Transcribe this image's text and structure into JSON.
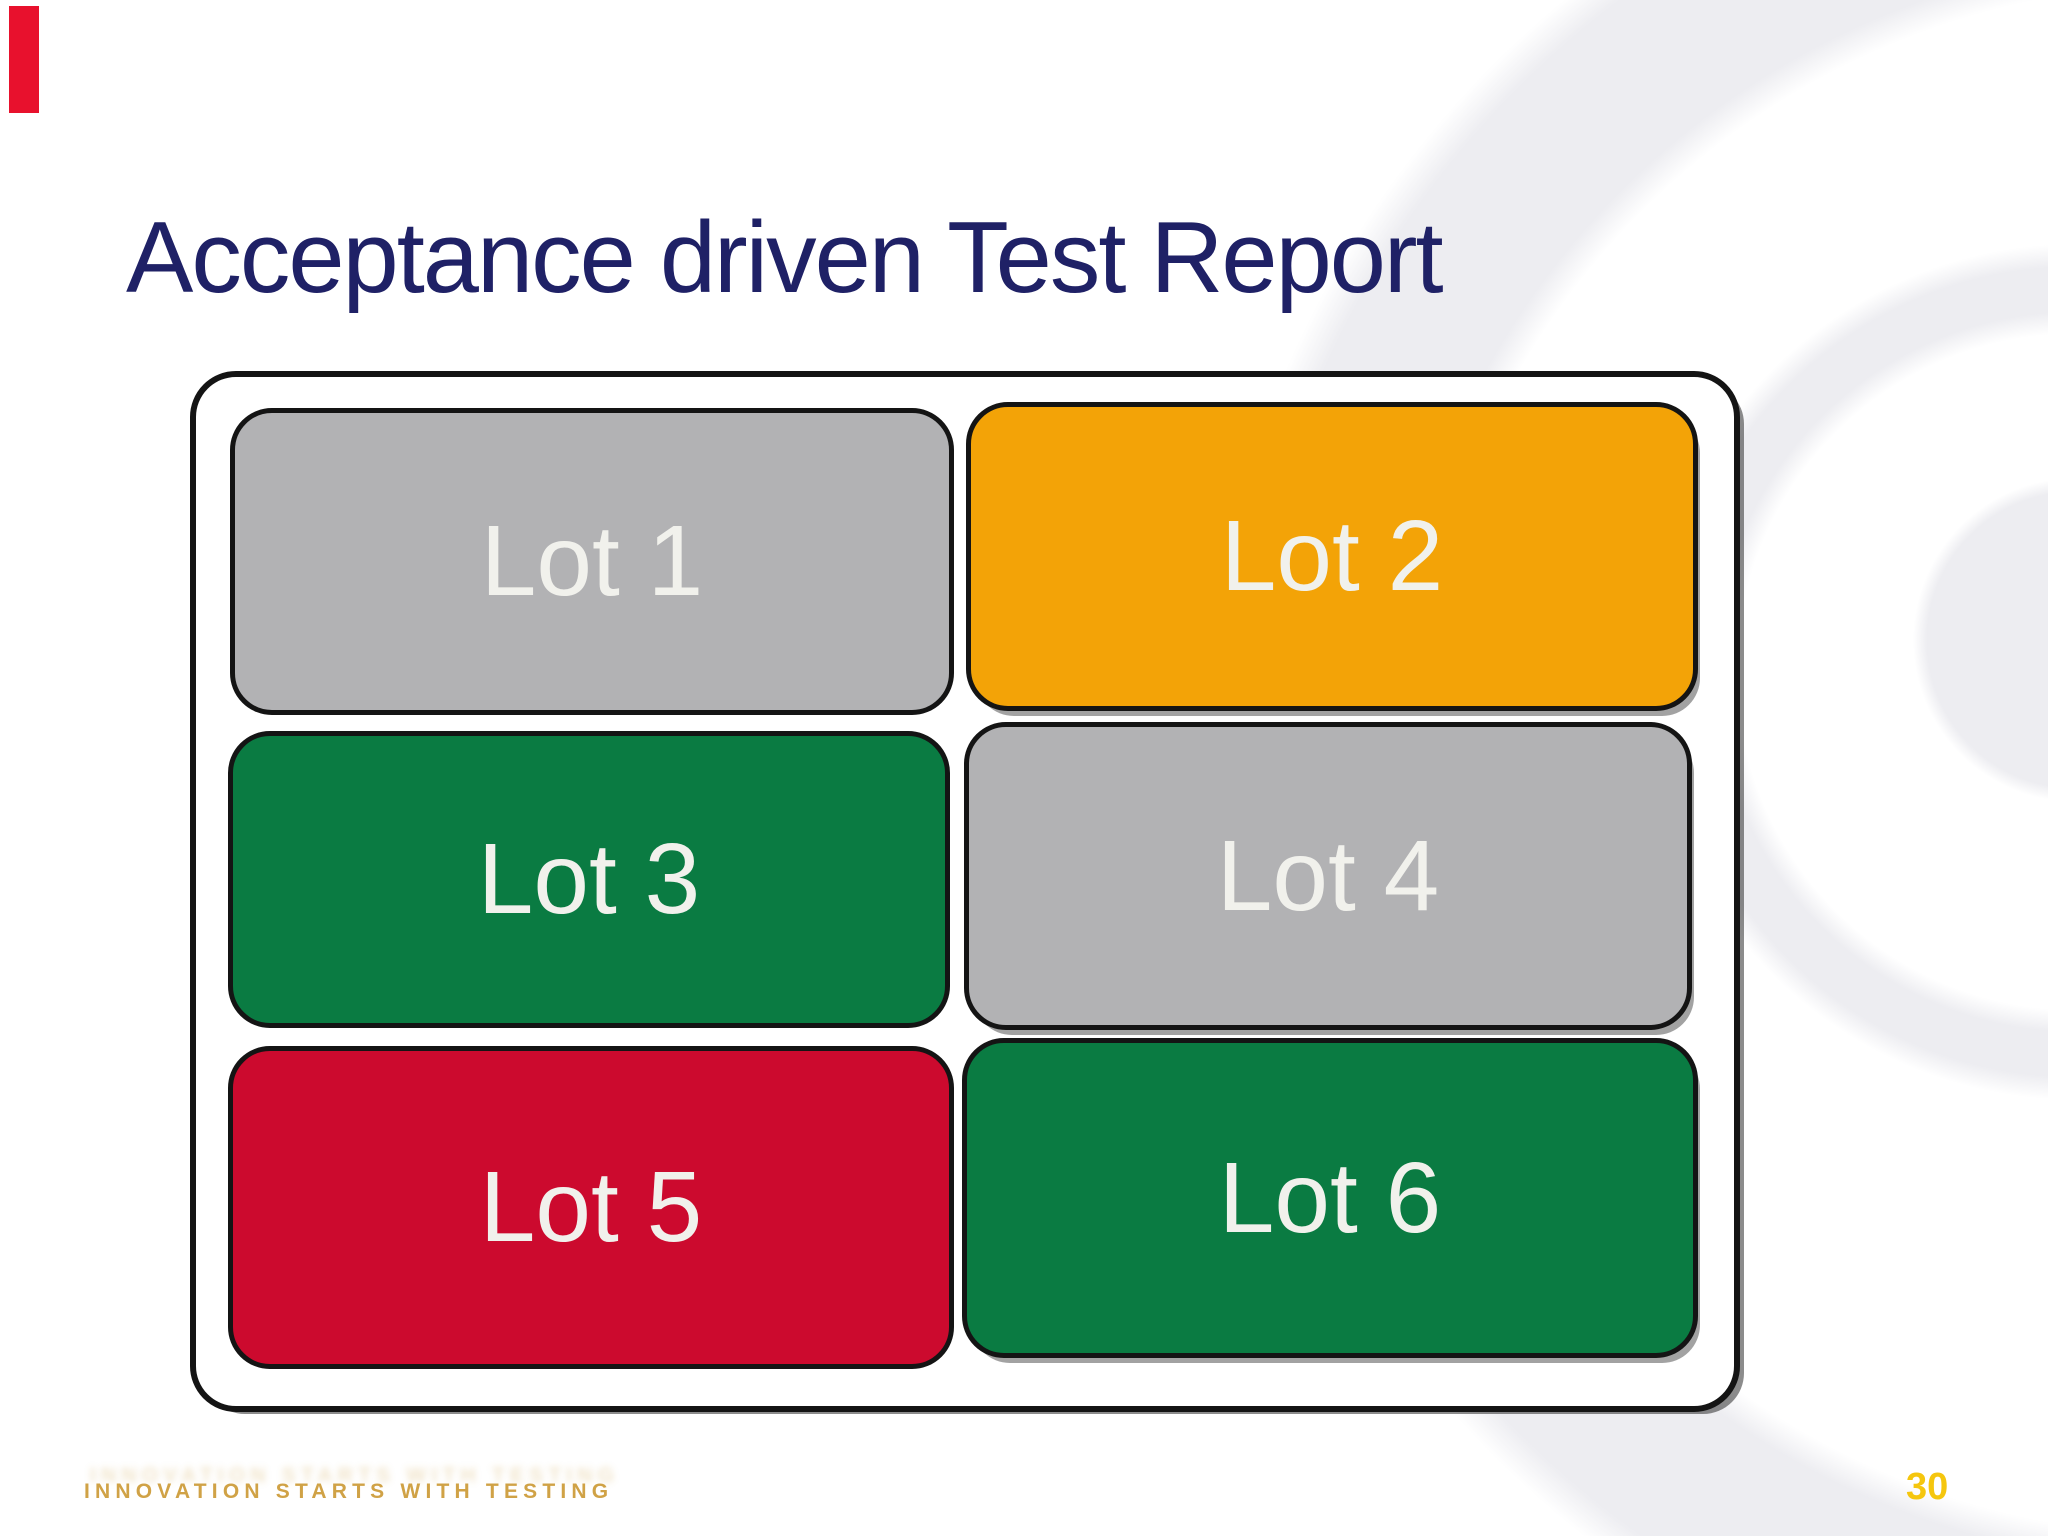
{
  "slide": {
    "title": {
      "text": "Acceptance driven Test Report",
      "color": "#1F2166"
    },
    "accent_bar": {
      "color": "#E8112D"
    },
    "report_board": {
      "border_color": "#141414",
      "background": "#FFFFFF",
      "label_color": "#F1F1EC",
      "lots": [
        {
          "label": "Lot 1",
          "color": "#B2B2B4"
        },
        {
          "label": "Lot 2",
          "color": "#F3A307"
        },
        {
          "label": "Lot 3",
          "color": "#0A7B42"
        },
        {
          "label": "Lot 4",
          "color": "#B2B2B4"
        },
        {
          "label": "Lot 5",
          "color": "#CC0A2E"
        },
        {
          "label": "Lot 6",
          "color": "#0A7B42"
        }
      ]
    },
    "footer": {
      "tagline": {
        "text": "INNOVATION STARTS WITH TESTING",
        "color": "#D0A246"
      },
      "page_number": {
        "text": "30",
        "color": "#F5C60E"
      }
    },
    "watermark_color": "#EDEDF1"
  }
}
